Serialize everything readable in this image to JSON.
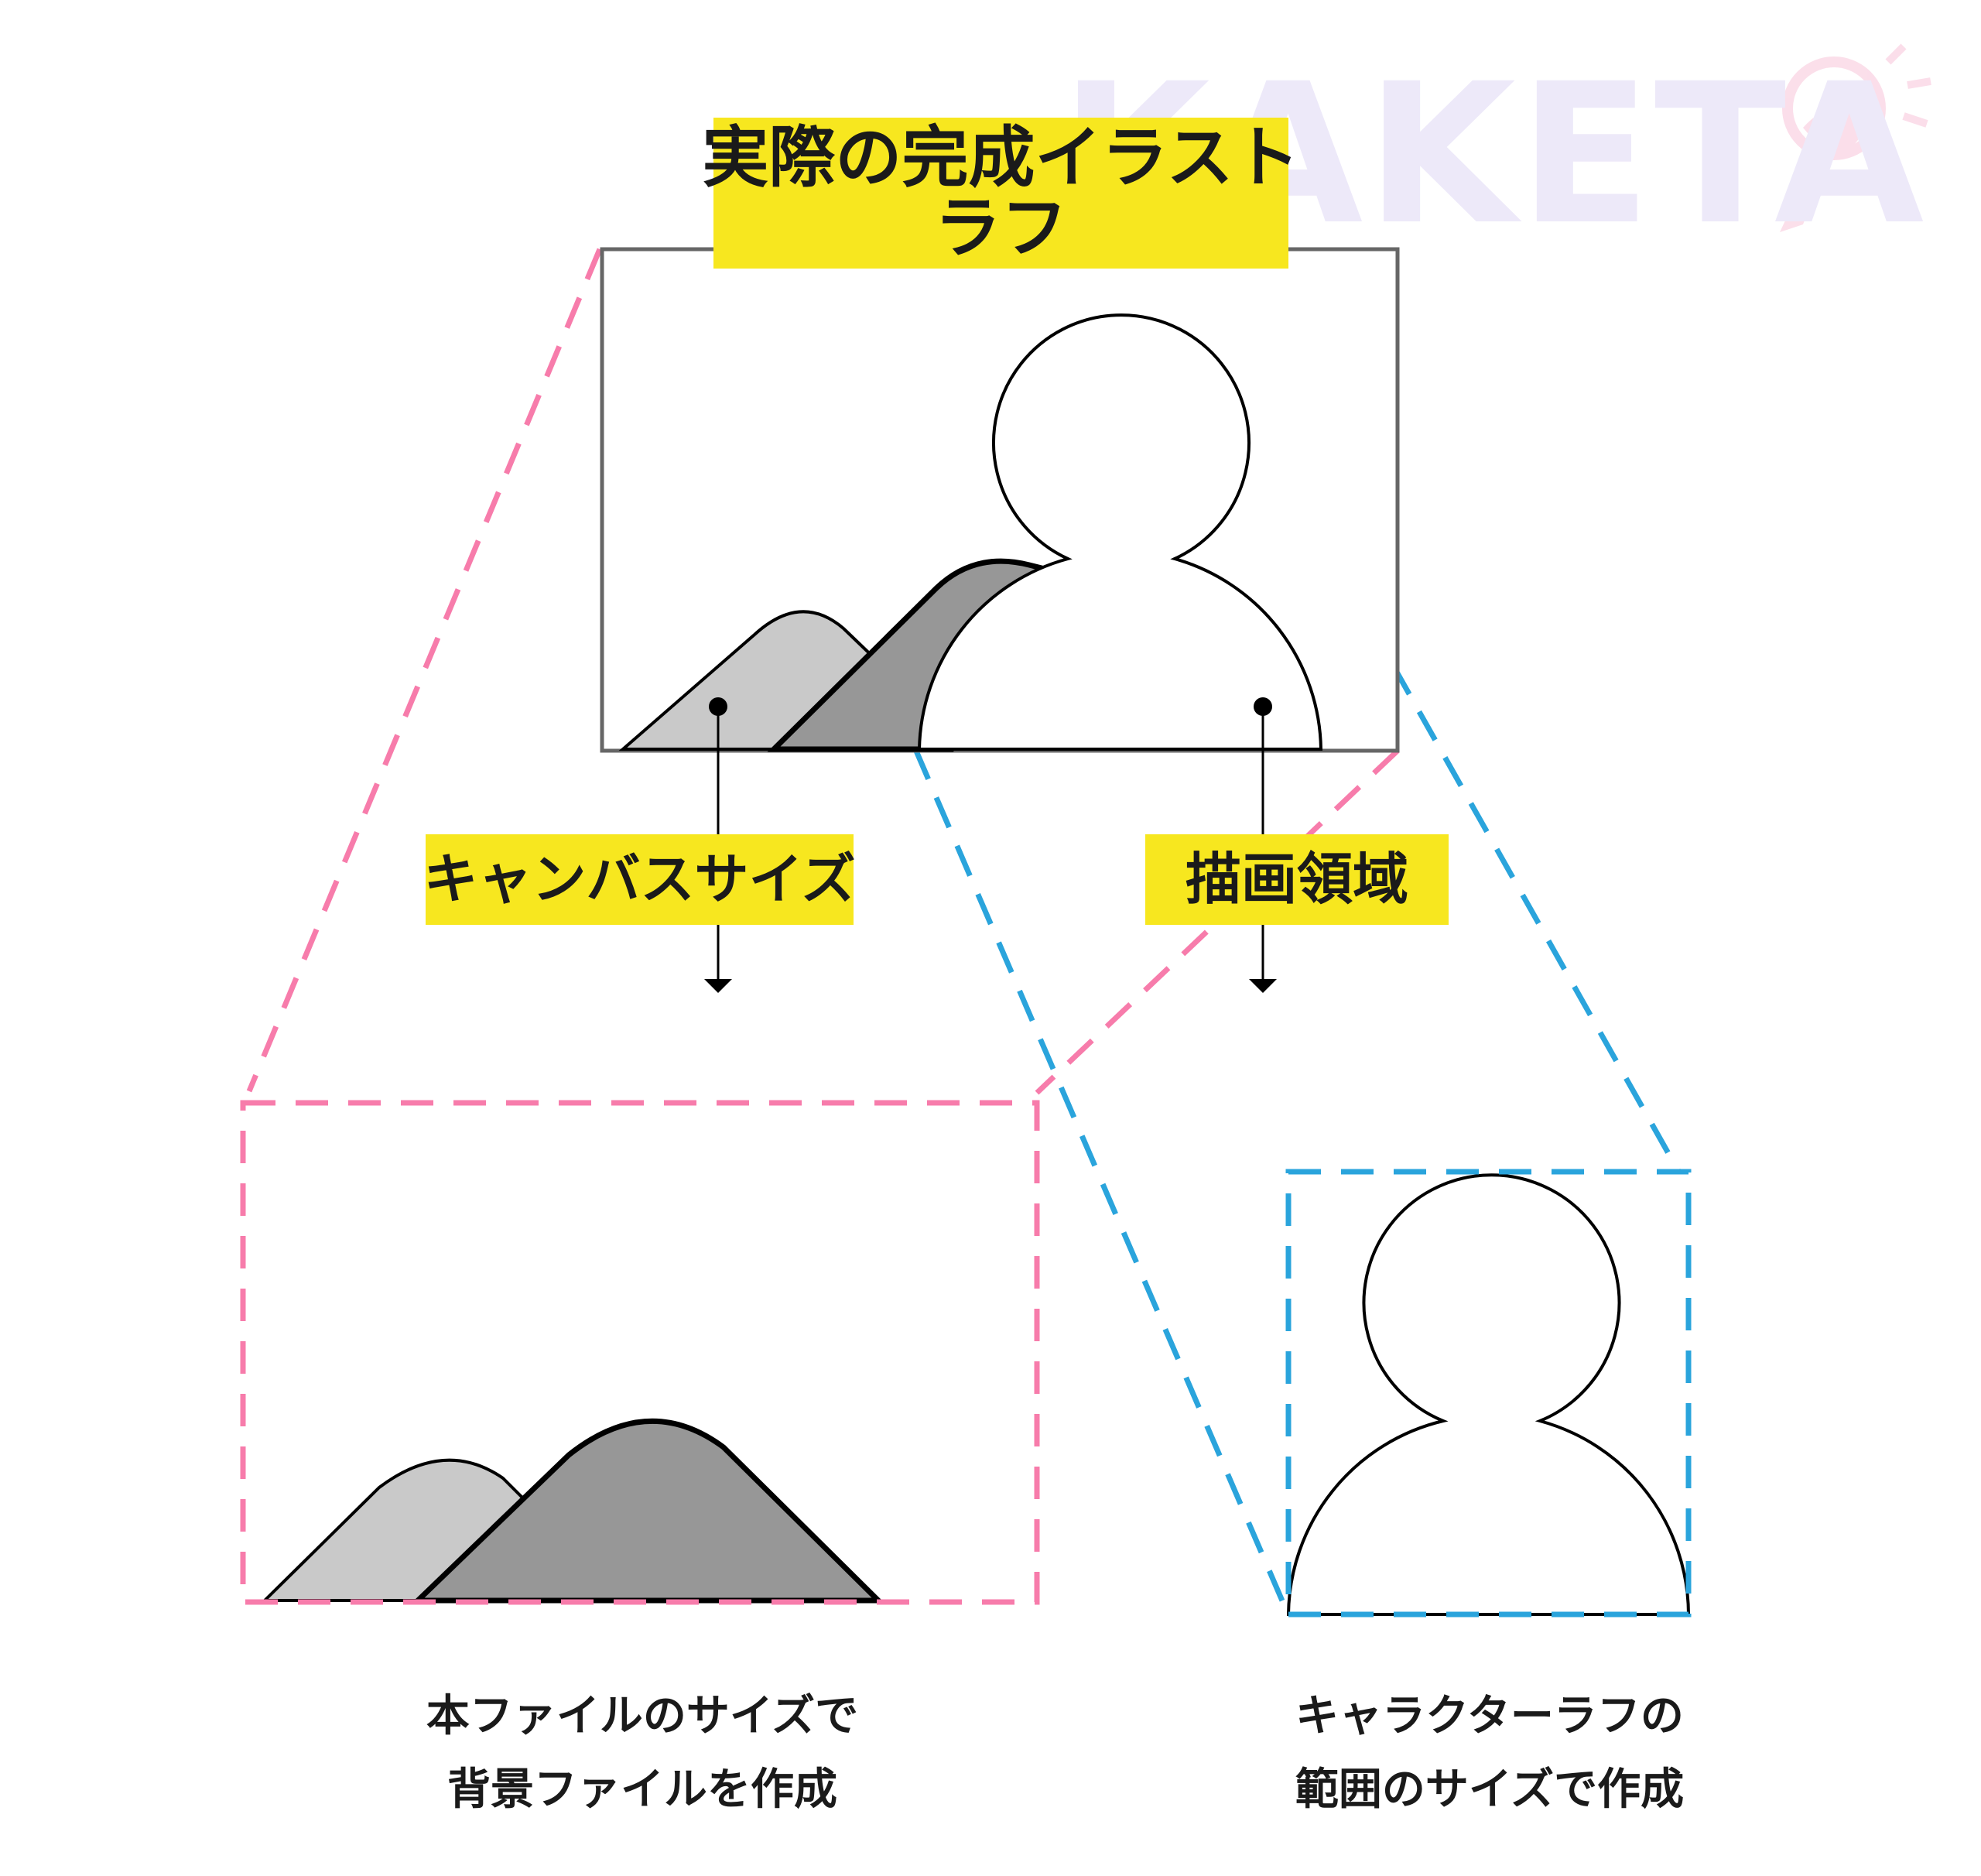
{
  "watermark": {
    "text": "KAKETA",
    "color": "#ede9f9"
  },
  "labels": {
    "top_line1": "実際の完成イラスト",
    "top_line2": "ラフ",
    "canvas_size": "キャンバスサイズ",
    "drawing_area": "描画領域"
  },
  "captions": {
    "left_line1": "本ファイルのサイズで",
    "left_line2": "背景ファイルを作成",
    "right_line1": "キャラクターラフの",
    "right_line2": "範囲のサイズで作成"
  },
  "colors": {
    "label_bg": "#f7e71f",
    "pink_dash": "#f77cab",
    "blue_dash": "#2aa4dc",
    "mountain_light": "#c9c9c9",
    "mountain_dark": "#979797",
    "frame": "#666666"
  }
}
